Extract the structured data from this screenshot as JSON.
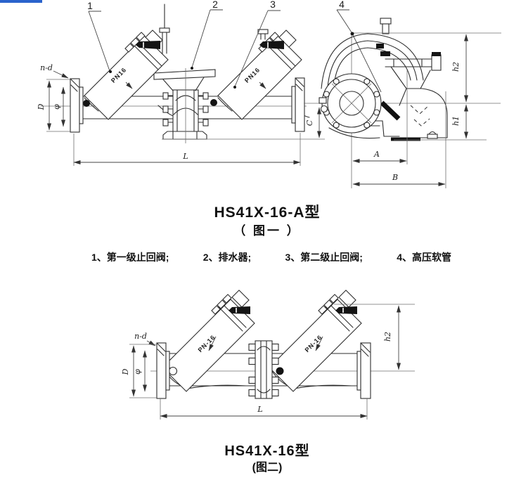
{
  "colors": {
    "top_bar": "#2a63cc",
    "ink": "#2d2d2d"
  },
  "fig1": {
    "caption1": "HS41X-16-A型",
    "caption2": "（ 图一 ）",
    "callout1": "1",
    "callout2": "2",
    "callout3": "3",
    "callout4": "4",
    "dim_nd": "n-d",
    "dim_D": "D",
    "dim_phi": "φ",
    "dim_C": "C",
    "dim_L": "L",
    "dim_h1": "h1",
    "dim_h2": "h2",
    "dim_A": "A",
    "dim_B": "B",
    "pn_left": "PN16",
    "pn_right": "PN16"
  },
  "legend": {
    "item1": "1、第一级止回阀;",
    "item2": "2、排水器;",
    "item3": "3、第二级止回阀;",
    "item4": "4、高压软管"
  },
  "fig2": {
    "caption1": "HS41X-16型",
    "caption2": "(图二)",
    "dim_nd": "n-d",
    "dim_D": "D",
    "dim_phi": "φ",
    "dim_L": "L",
    "dim_h2": "h2",
    "pn_left": "PN-16",
    "pn_right": "PN-16"
  }
}
